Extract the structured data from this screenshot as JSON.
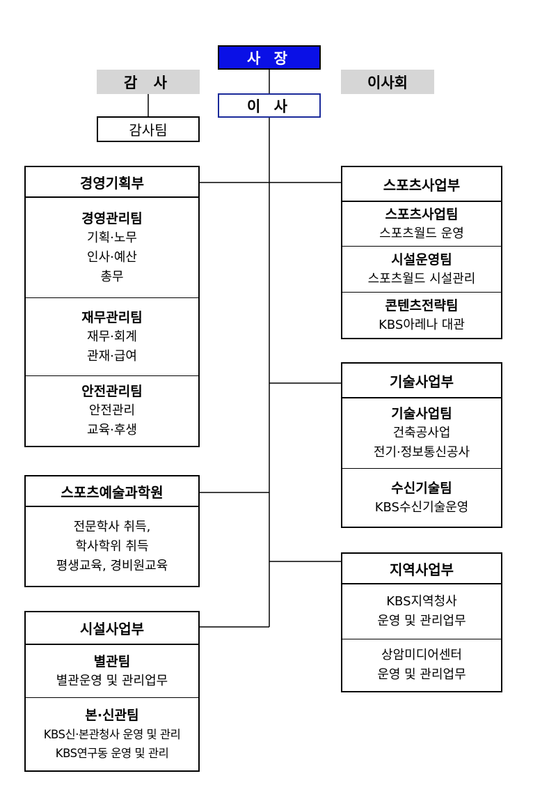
{
  "top": {
    "ceo": "사 장",
    "auditor": "감 사",
    "board": "이사회",
    "director": "이 사",
    "audit_team": "감사팀"
  },
  "departments": [
    {
      "name": "경영기획부",
      "teams": [
        {
          "name": "경영관리팀",
          "lines": [
            "기획·노무",
            "인사·예산",
            "총무"
          ]
        },
        {
          "name": "재무관리팀",
          "lines": [
            "재무·회계",
            "관재·급여"
          ]
        },
        {
          "name": "안전관리팀",
          "lines": [
            "안전관리",
            "교육·후생"
          ]
        }
      ]
    },
    {
      "name": "스포츠예술과학원",
      "teams": [
        {
          "name": "",
          "lines": [
            "전문학사 취득,",
            "학사학위 취득",
            "평생교육, 경비원교육"
          ]
        }
      ]
    },
    {
      "name": "시설사업부",
      "teams": [
        {
          "name": "별관팀",
          "lines": [
            "별관운영 및 관리업무"
          ]
        },
        {
          "name": "본·신관팀",
          "lines": [
            "KBS신·본관청사 운영 및 관리",
            "KBS연구동 운영 및 관리"
          ]
        }
      ]
    },
    {
      "name": "스포츠사업부",
      "teams": [
        {
          "name": "스포츠사업팀",
          "lines": [
            "스포츠월드 운영"
          ]
        },
        {
          "name": "시설운영팀",
          "lines": [
            "스포츠월드 시설관리"
          ]
        },
        {
          "name": "콘텐츠전략팀",
          "lines": [
            "KBS아레나 대관"
          ]
        }
      ]
    },
    {
      "name": "기술사업부",
      "teams": [
        {
          "name": "기술사업팀",
          "lines": [
            "건축공사업",
            "전기·정보통신공사"
          ]
        },
        {
          "name": "수신기술팀",
          "lines": [
            "KBS수신기술운영"
          ]
        }
      ]
    },
    {
      "name": "지역사업부",
      "teams": [
        {
          "name": "",
          "lines": [
            "KBS지역청사",
            "운영 및 관리업무"
          ]
        },
        {
          "name": "",
          "lines": [
            "상암미디어센터",
            "운영 및 관리업무"
          ]
        }
      ]
    }
  ]
}
